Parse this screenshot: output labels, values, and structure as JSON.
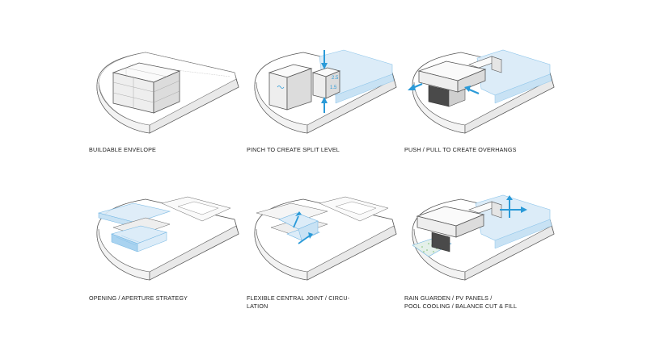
{
  "panels": [
    {
      "caption": [
        "BUILDABLE ENVELOPE"
      ],
      "icon": "massing-box"
    },
    {
      "caption": [
        "PINCH TO CREATE SPLIT LEVEL"
      ],
      "icon": "split-level"
    },
    {
      "caption": [
        "PUSH / PULL TO CREATE OVERHANGS"
      ],
      "icon": "overhang"
    },
    {
      "caption": [
        "OPENING / APERTURE STRATEGY"
      ],
      "icon": "aperture"
    },
    {
      "caption": [
        "FLEXIBLE CENTRAL JOINT / CIRCU-",
        "LATION"
      ],
      "icon": "joint"
    },
    {
      "caption": [
        "RAIN GUARDEN / PV PANELS /",
        "POOL COOLING / BALANCE CUT & FILL"
      ],
      "icon": "sustainability"
    }
  ],
  "colors": {
    "line": "#555555",
    "light_line": "#9a9a9a",
    "blue_fill": "#dcecf8",
    "blue_line": "#8ec5ea",
    "arrow": "#2a9ad8",
    "dark_face": "#4a4a4a",
    "green_dot": "#7bbf6a"
  }
}
